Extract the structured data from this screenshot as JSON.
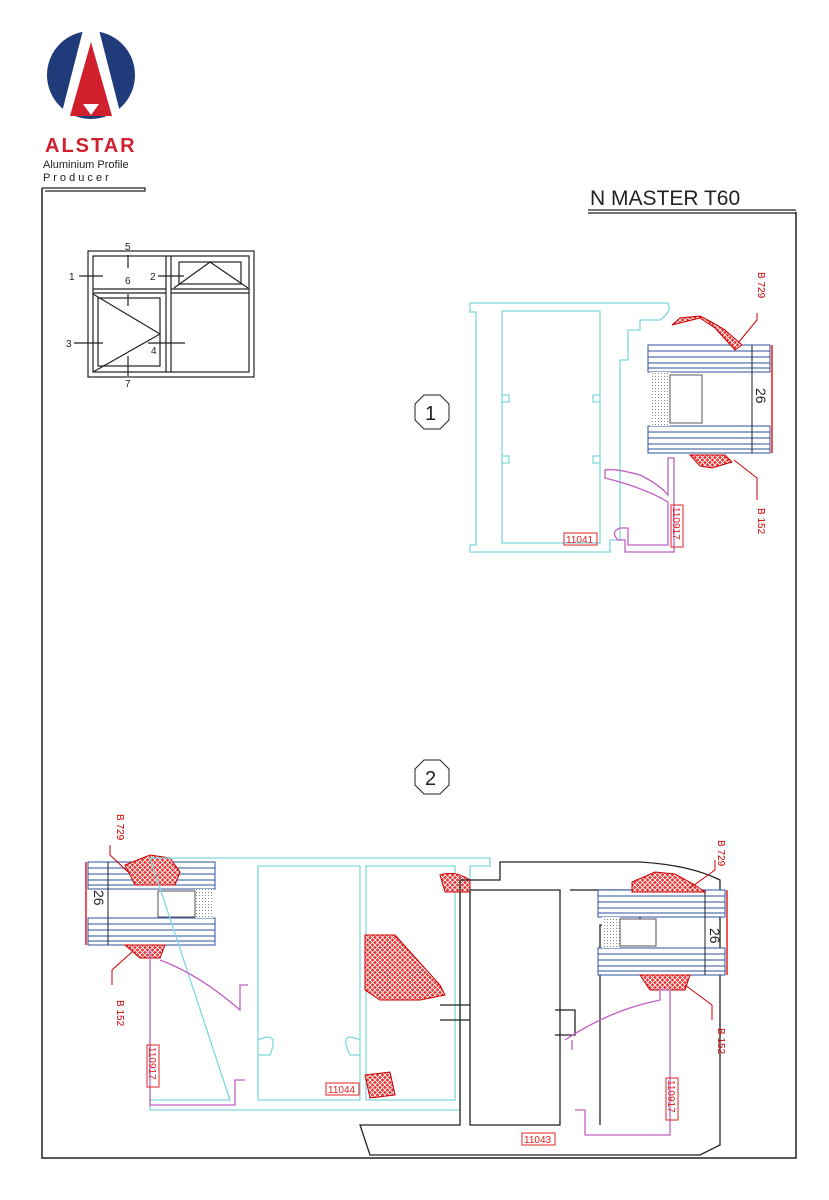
{
  "logo": {
    "brand": "ALSTAR",
    "line1": "Aluminium Profile",
    "line2": "P r o d u c e r"
  },
  "title": "N MASTER T60",
  "key_plan": {
    "labels": [
      "1",
      "2",
      "3",
      "4",
      "5",
      "6",
      "7"
    ]
  },
  "section_1": {
    "marker": "1",
    "glass_thickness": "26",
    "gasket_top": "B 729",
    "gasket_bottom": "B 152",
    "profile_frame": "11041",
    "profile_bead": "110917"
  },
  "section_2": {
    "marker": "2",
    "left": {
      "gasket_top": "B 729",
      "gasket_bottom": "B 152",
      "glass_thickness": "26",
      "profile_bead": "110917"
    },
    "profile_mullion": "11044",
    "profile_sash": "11043",
    "right": {
      "gasket_top": "B 729",
      "gasket_bottom": "B 152",
      "glass_thickness": "26",
      "profile_bead": "110917"
    }
  },
  "colors": {
    "brand_blue": "#1f3b7a",
    "brand_red": "#d0202e",
    "frame_cyan": "#7fd8dc",
    "bead_magenta": "#c060c0",
    "gasket_red": "#e02020",
    "glass_blue": "#2c4fa0"
  }
}
